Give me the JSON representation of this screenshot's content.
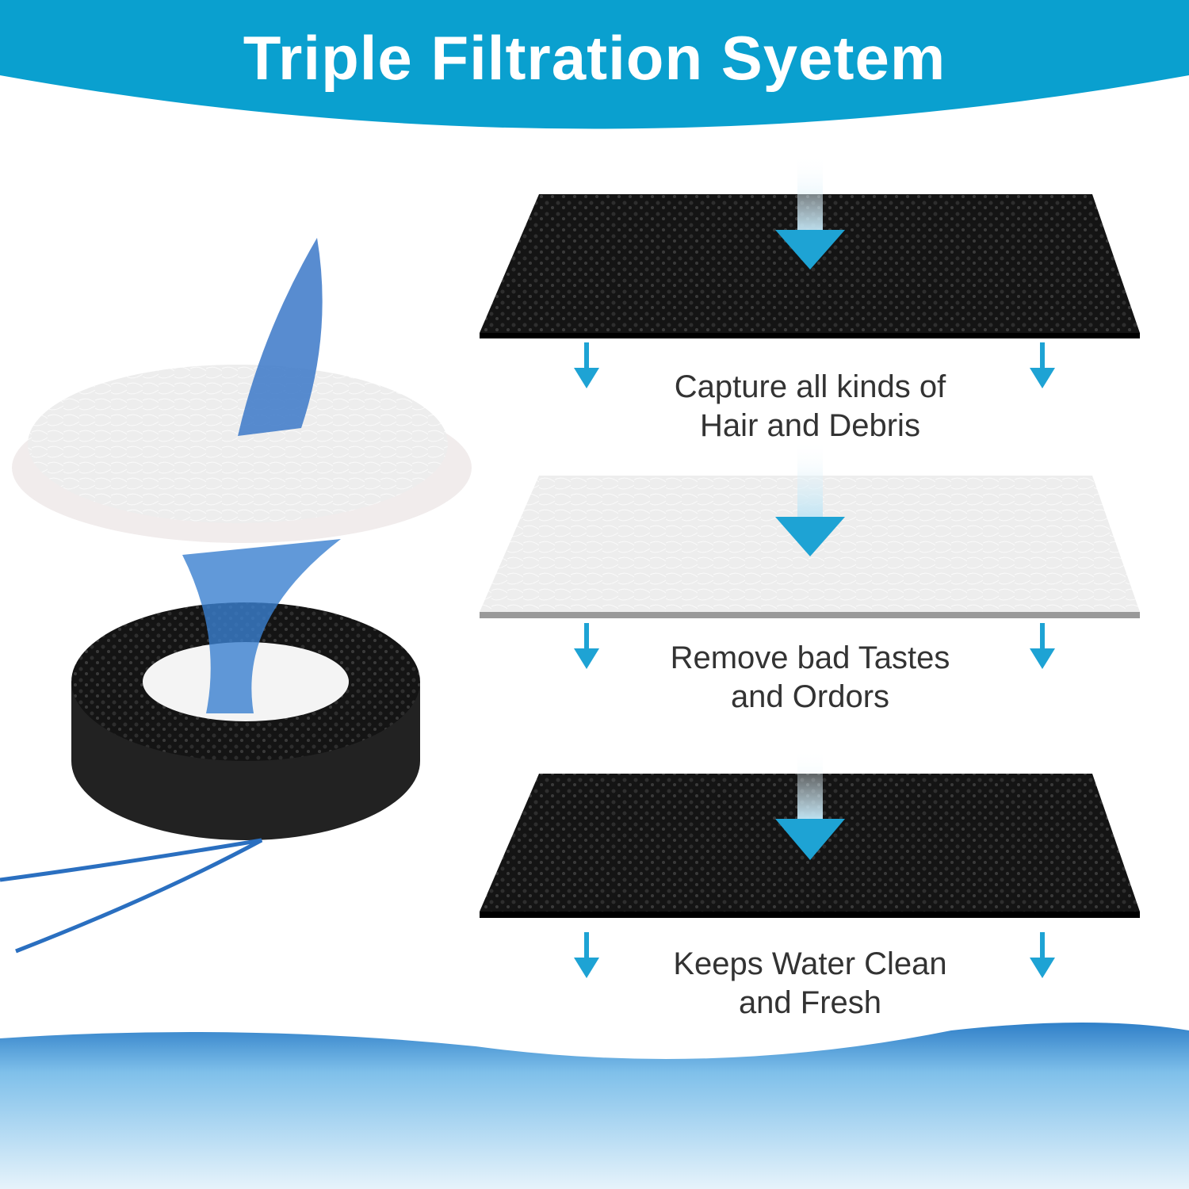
{
  "header": {
    "title": "Triple Filtration Syetem",
    "color": "#0aa0cf"
  },
  "stages": [
    {
      "caption_line1": "Capture all kinds of",
      "caption_line2": "Hair and Debris"
    },
    {
      "caption_line1": "Remove bad Tastes",
      "caption_line2": "and Ordors"
    },
    {
      "caption_line1": "Keeps Water Clean",
      "caption_line2": "and Fresh"
    }
  ],
  "colors": {
    "arrow": "#1ea3d4",
    "carbon": "#111111",
    "cotton": "#eeeeee",
    "water": "#3a8fd0"
  }
}
